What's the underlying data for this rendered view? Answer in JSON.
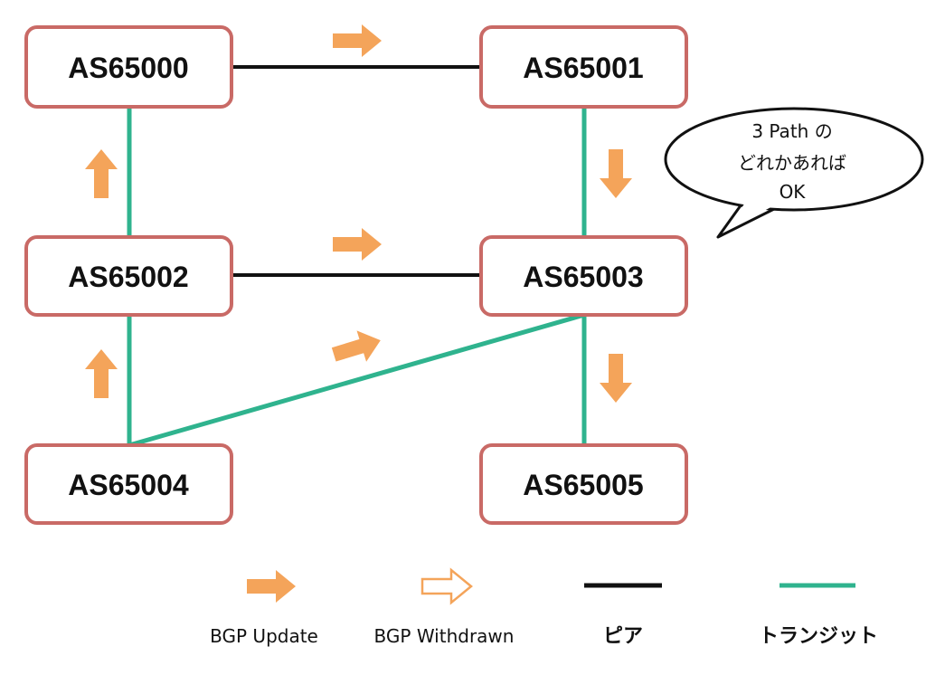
{
  "colors": {
    "node_border": "#c96a66",
    "peer_line": "#111111",
    "transit_line": "#2fb38e",
    "arrow": "#f4a45a"
  },
  "nodes": [
    {
      "id": "as65000",
      "label": "AS65000"
    },
    {
      "id": "as65001",
      "label": "AS65001"
    },
    {
      "id": "as65002",
      "label": "AS65002"
    },
    {
      "id": "as65003",
      "label": "AS65003"
    },
    {
      "id": "as65004",
      "label": "AS65004"
    },
    {
      "id": "as65005",
      "label": "AS65005"
    }
  ],
  "edges": [
    {
      "from": "as65000",
      "to": "as65001",
      "type": "peer"
    },
    {
      "from": "as65002",
      "to": "as65003",
      "type": "peer"
    },
    {
      "from": "as65000",
      "to": "as65002",
      "type": "transit"
    },
    {
      "from": "as65001",
      "to": "as65003",
      "type": "transit"
    },
    {
      "from": "as65002",
      "to": "as65004",
      "type": "transit"
    },
    {
      "from": "as65003",
      "to": "as65005",
      "type": "transit"
    },
    {
      "from": "as65004",
      "to": "as65003",
      "type": "transit"
    }
  ],
  "arrows": [
    {
      "type": "update",
      "direction": "right"
    },
    {
      "type": "update",
      "direction": "down"
    },
    {
      "type": "update",
      "direction": "up"
    },
    {
      "type": "update",
      "direction": "right"
    },
    {
      "type": "update",
      "direction": "up"
    },
    {
      "type": "update",
      "direction": "up-right"
    },
    {
      "type": "update",
      "direction": "down"
    }
  ],
  "callout": {
    "lines": [
      "3 Path の",
      "どれかあれば",
      "OK"
    ]
  },
  "legend": {
    "update_label": "BGP Update",
    "withdrawn_label": "BGP Withdrawn",
    "peer_label": "ピア",
    "transit_label": "トランジット"
  }
}
